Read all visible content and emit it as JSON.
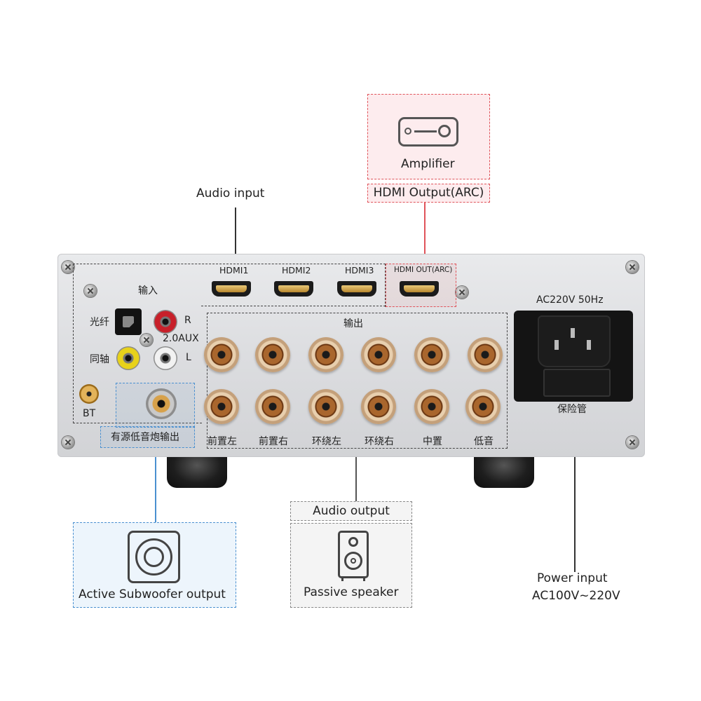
{
  "callouts": {
    "audio_input": "Audio input",
    "amplifier": "Amplifier",
    "hdmi_output_arc": "HDMI Output(ARC)",
    "audio_output": "Audio output",
    "passive_speaker": "Passive speaker",
    "active_subwoofer_output": "Active Subwoofer output",
    "power_input_line1": "Power input",
    "power_input_line2": "AC100V~220V"
  },
  "panel": {
    "input_title": "输入",
    "hdmi_ports": [
      "HDMI1",
      "HDMI2",
      "HDMI3"
    ],
    "hdmi_out_arc": "HDMI OUT(ARC)",
    "optical_label": "光纤",
    "coaxial_label": "同轴",
    "aux_label": "2.0AUX",
    "aux_r": "R",
    "aux_l": "L",
    "bt_label": "BT",
    "sub_out_label": "有源低音炮输出",
    "output_title": "输出",
    "speaker_channels": [
      "前置左",
      "前置右",
      "环绕左",
      "环绕右",
      "中置",
      "低音"
    ],
    "power_rating": "AC220V 50Hz",
    "fuse_label": "保险管"
  },
  "colors": {
    "amplifier_accent": "#e0535a",
    "subwoofer_accent": "#4a90d0",
    "speaker_accent": "#888888"
  },
  "icons": {
    "amplifier": "amplifier-icon",
    "subwoofer": "subwoofer-icon",
    "speaker": "passive-speaker-icon"
  }
}
